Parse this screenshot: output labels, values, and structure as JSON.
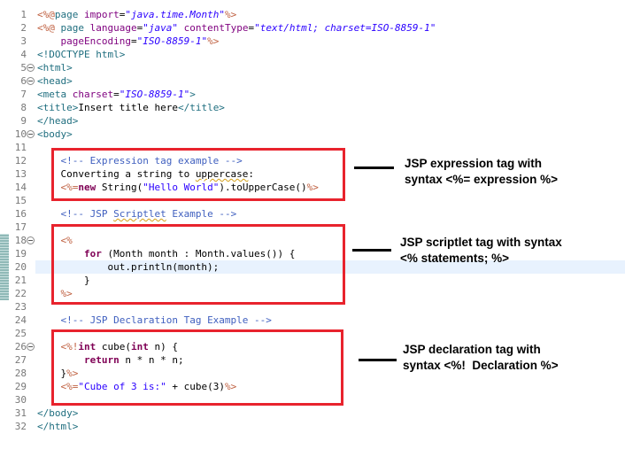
{
  "lines": [
    {
      "n": "1",
      "fold": false,
      "tokens": [
        [
          "jsp",
          "<%@"
        ],
        [
          "tag",
          "page "
        ],
        [
          "attr",
          "import"
        ],
        [
          "",
          "="
        ],
        [
          "val",
          "\"java.time.Month\""
        ],
        [
          "jsp",
          "%>"
        ]
      ]
    },
    {
      "n": "2",
      "fold": false,
      "tokens": [
        [
          "jsp",
          "<%@ "
        ],
        [
          "tag",
          "page "
        ],
        [
          "attr",
          "language"
        ],
        [
          "",
          "="
        ],
        [
          "val",
          "\"java\""
        ],
        [
          "attr",
          " contentType"
        ],
        [
          "",
          "="
        ],
        [
          "val",
          "\"text/html; charset=ISO-8859-1\""
        ]
      ]
    },
    {
      "n": "3",
      "fold": false,
      "tokens": [
        [
          "attr",
          "    pageEncoding"
        ],
        [
          "",
          "="
        ],
        [
          "val",
          "\"ISO-8859-1\""
        ],
        [
          "jsp",
          "%>"
        ]
      ]
    },
    {
      "n": "4",
      "fold": false,
      "tokens": [
        [
          "tag",
          "<!DOCTYPE html>"
        ]
      ]
    },
    {
      "n": "5",
      "fold": true,
      "tokens": [
        [
          "tag",
          "<html>"
        ]
      ]
    },
    {
      "n": "6",
      "fold": true,
      "tokens": [
        [
          "tag",
          "<head>"
        ]
      ]
    },
    {
      "n": "7",
      "fold": false,
      "tokens": [
        [
          "tag",
          "<meta "
        ],
        [
          "attr",
          "charset"
        ],
        [
          "",
          "="
        ],
        [
          "val",
          "\"ISO-8859-1\""
        ],
        [
          "tag",
          ">"
        ]
      ]
    },
    {
      "n": "8",
      "fold": false,
      "tokens": [
        [
          "tag",
          "<title>"
        ],
        [
          "",
          "Insert title here"
        ],
        [
          "tag",
          "</title>"
        ]
      ]
    },
    {
      "n": "9",
      "fold": false,
      "tokens": [
        [
          "tag",
          "</head>"
        ]
      ]
    },
    {
      "n": "10",
      "fold": true,
      "tokens": [
        [
          "tag",
          "<body>"
        ]
      ]
    },
    {
      "n": "11",
      "fold": false,
      "tokens": []
    },
    {
      "n": "12",
      "fold": false,
      "tokens": [
        [
          "",
          "    "
        ],
        [
          "cmt",
          "<!-- Expression tag example -->"
        ]
      ]
    },
    {
      "n": "13",
      "fold": false,
      "tokens": [
        [
          "",
          "    Converting a string to "
        ],
        [
          "sq",
          "uppercase"
        ],
        [
          "",
          ":"
        ]
      ]
    },
    {
      "n": "14",
      "fold": false,
      "tokens": [
        [
          "",
          "    "
        ],
        [
          "jsp",
          "<%="
        ],
        [
          "kw",
          "new"
        ],
        [
          "",
          " String("
        ],
        [
          "str",
          "\"Hello World\""
        ],
        [
          "",
          ").toUpperCase()"
        ],
        [
          "jsp",
          "%>"
        ]
      ]
    },
    {
      "n": "15",
      "fold": false,
      "tokens": []
    },
    {
      "n": "16",
      "fold": false,
      "tokens": [
        [
          "",
          "    "
        ],
        [
          "cmt",
          "<!-- JSP "
        ],
        [
          "sq cmt",
          "Scriptlet"
        ],
        [
          "cmt",
          " Example -->"
        ]
      ]
    },
    {
      "n": "17",
      "fold": false,
      "tokens": []
    },
    {
      "n": "18",
      "fold": true,
      "tokens": [
        [
          "",
          "    "
        ],
        [
          "jsp",
          "<%"
        ]
      ]
    },
    {
      "n": "19",
      "fold": false,
      "tokens": [
        [
          "",
          "        "
        ],
        [
          "kw",
          "for"
        ],
        [
          "",
          " (Month month : Month.values()) {"
        ]
      ]
    },
    {
      "n": "20",
      "fold": false,
      "tokens": [
        [
          "",
          "            out.println(month);"
        ]
      ]
    },
    {
      "n": "21",
      "fold": false,
      "tokens": [
        [
          "",
          "        }"
        ]
      ]
    },
    {
      "n": "22",
      "fold": false,
      "tokens": [
        [
          "",
          "    "
        ],
        [
          "jsp",
          "%>"
        ]
      ]
    },
    {
      "n": "23",
      "fold": false,
      "tokens": []
    },
    {
      "n": "24",
      "fold": false,
      "tokens": [
        [
          "",
          "    "
        ],
        [
          "cmt",
          "<!-- JSP Declaration Tag Example -->"
        ]
      ]
    },
    {
      "n": "25",
      "fold": false,
      "tokens": []
    },
    {
      "n": "26",
      "fold": true,
      "tokens": [
        [
          "",
          "    "
        ],
        [
          "jsp",
          "<%!"
        ],
        [
          "kw",
          "int"
        ],
        [
          "",
          " cube("
        ],
        [
          "kw",
          "int"
        ],
        [
          "",
          " n) {"
        ]
      ]
    },
    {
      "n": "27",
      "fold": false,
      "tokens": [
        [
          "",
          "        "
        ],
        [
          "kw",
          "return"
        ],
        [
          "",
          " n * n * n;"
        ]
      ]
    },
    {
      "n": "28",
      "fold": false,
      "tokens": [
        [
          "",
          "    }"
        ],
        [
          "jsp",
          "%>"
        ]
      ]
    },
    {
      "n": "29",
      "fold": false,
      "tokens": [
        [
          "",
          "    "
        ],
        [
          "jsp",
          "<%="
        ],
        [
          "str",
          "\"Cube of 3 is:\""
        ],
        [
          "",
          " + cube(3)"
        ],
        [
          "jsp",
          "%>"
        ]
      ]
    },
    {
      "n": "30",
      "fold": false,
      "tokens": []
    },
    {
      "n": "31",
      "fold": false,
      "tokens": [
        [
          "tag",
          "</body>"
        ]
      ]
    },
    {
      "n": "32",
      "fold": false,
      "tokens": [
        [
          "tag",
          "</html>"
        ]
      ]
    }
  ],
  "current_line": "20",
  "changed_lines": [
    "18",
    "19",
    "20",
    "21",
    "22"
  ],
  "annotations": {
    "expression": "JSP expression tag with\nsyntax <%= expression %>",
    "scriptlet": "JSP scriptlet tag with syntax\n<% statements; %>",
    "declaration": "JSP declaration tag with\nsyntax <%!  Declaration %>"
  },
  "colors": {
    "box": "#e8232d",
    "current_line_bg": "#e8f2fe"
  }
}
